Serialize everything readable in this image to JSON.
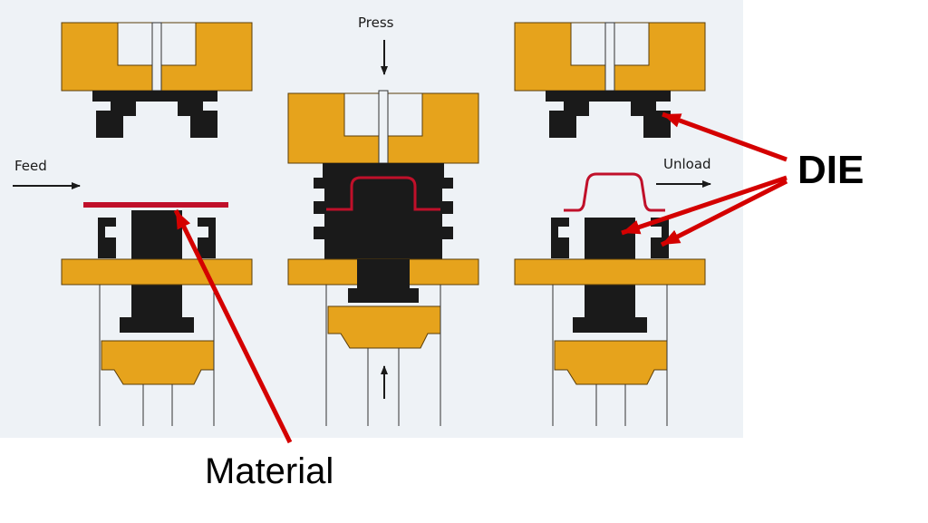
{
  "labels": {
    "feed": "Feed",
    "press": "Press",
    "unload": "Unload",
    "die": "DIE",
    "material": "Material"
  },
  "colors": {
    "background": "#eef2f6",
    "die_block": "#e6a31c",
    "die_outline": "#5a3d0a",
    "tool": "#1a1a1a",
    "material": "#c0102a",
    "callout": "#d40000",
    "line": "#333333"
  }
}
